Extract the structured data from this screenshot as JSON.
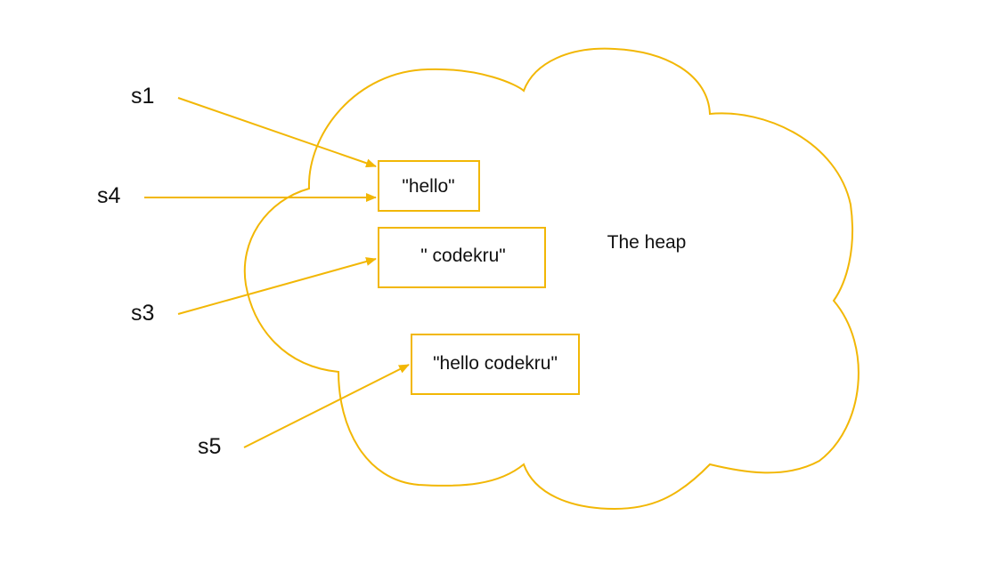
{
  "diagram": {
    "heap_label": "The heap",
    "colors": {
      "accent": "#F2B705",
      "text": "#111111",
      "background": "#FFFFFF"
    },
    "variables": [
      {
        "id": "s1",
        "label": "s1",
        "points_to": "hello"
      },
      {
        "id": "s4",
        "label": "s4",
        "points_to": "hello"
      },
      {
        "id": "s3",
        "label": "s3",
        "points_to": "codekru"
      },
      {
        "id": "s5",
        "label": "s5",
        "points_to": "hello-codekru"
      }
    ],
    "boxes": [
      {
        "id": "hello",
        "text": "\"hello\""
      },
      {
        "id": "codekru",
        "text": "\" codekru\""
      },
      {
        "id": "hello-codekru",
        "text": "\"hello codekru\""
      }
    ]
  }
}
